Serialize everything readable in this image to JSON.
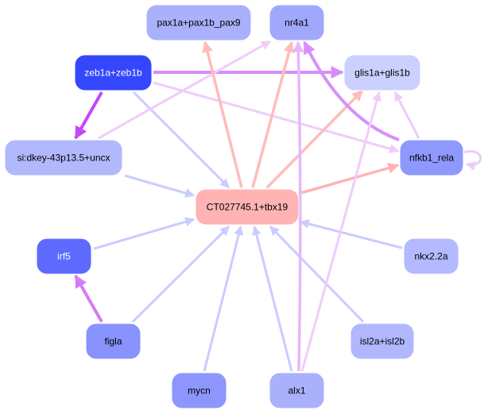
{
  "graph": {
    "title": "Gene regulatory network",
    "nodes": [
      {
        "id": "pax1a+pax1b_pax9",
        "label": "pax1a+pax1b_pax9",
        "fill": "#a9b1fb",
        "text_color": "#000000"
      },
      {
        "id": "nr4a1",
        "label": "nr4a1",
        "fill": "#a0a8fd",
        "text_color": "#000000"
      },
      {
        "id": "zeb1a+zeb1b",
        "label": "zeb1a+zeb1b",
        "fill": "#3547fd",
        "text_color": "#ffffff"
      },
      {
        "id": "glis1a+glis1b",
        "label": "glis1a+glis1b",
        "fill": "#cbd0fe",
        "text_color": "#000000"
      },
      {
        "id": "si:dkey-43p13.5+uncx",
        "label": "si:dkey-43p13.5+uncx",
        "fill": "#b1b8fc",
        "text_color": "#000000"
      },
      {
        "id": "nfkb1_rela",
        "label": "nfkb1_rela",
        "fill": "#8e98fd",
        "text_color": "#000000"
      },
      {
        "id": "CT027745.1+tbx19",
        "label": "CT027745.1+tbx19",
        "fill": "#ffb3b3",
        "text_color": "#000000"
      },
      {
        "id": "irf5",
        "label": "irf5",
        "fill": "#5c6bfd",
        "text_color": "#ffffff"
      },
      {
        "id": "nkx2.2a",
        "label": "nkx2.2a",
        "fill": "#b3baff",
        "text_color": "#000000"
      },
      {
        "id": "figla",
        "label": "figla",
        "fill": "#8893fd",
        "text_color": "#000000"
      },
      {
        "id": "isl2a+isl2b",
        "label": "isl2a+isl2b",
        "fill": "#b0b7fd",
        "text_color": "#000000"
      },
      {
        "id": "mycn",
        "label": "mycn",
        "fill": "#8c96fd",
        "text_color": "#000000"
      },
      {
        "id": "alx1",
        "label": "alx1",
        "fill": "#a9b1fd",
        "text_color": "#000000"
      }
    ],
    "edges": [
      {
        "from": "zeb1a+zeb1b",
        "to": "glis1a+glis1b",
        "color": "#d88cfb",
        "weight": "strong"
      },
      {
        "from": "zeb1a+zeb1b",
        "to": "si:dkey-43p13.5+uncx",
        "color": "#c447f5",
        "weight": "strong"
      },
      {
        "from": "zeb1a+zeb1b",
        "to": "nfkb1_rela",
        "color": "#f0ccfb",
        "weight": "weak"
      },
      {
        "from": "zeb1a+zeb1b",
        "to": "CT027745.1+tbx19",
        "color": "#c9cdfd",
        "weight": "weak"
      },
      {
        "from": "si:dkey-43p13.5+uncx",
        "to": "nr4a1",
        "color": "#f0ccfb",
        "weight": "weak"
      },
      {
        "from": "si:dkey-43p13.5+uncx",
        "to": "CT027745.1+tbx19",
        "color": "#c9cdfd",
        "weight": "weak"
      },
      {
        "from": "CT027745.1+tbx19",
        "to": "pax1a+pax1b_pax9",
        "color": "#ffbcbc",
        "weight": "medium"
      },
      {
        "from": "CT027745.1+tbx19",
        "to": "nr4a1",
        "color": "#ffbcbc",
        "weight": "medium"
      },
      {
        "from": "CT027745.1+tbx19",
        "to": "glis1a+glis1b",
        "color": "#ffbcbc",
        "weight": "medium"
      },
      {
        "from": "CT027745.1+tbx19",
        "to": "nfkb1_rela",
        "color": "#ffb3b3",
        "weight": "medium"
      },
      {
        "from": "nfkb1_rela",
        "to": "nr4a1",
        "color": "#d690fb",
        "weight": "strong"
      },
      {
        "from": "nfkb1_rela",
        "to": "glis1a+glis1b",
        "color": "#ecccfb",
        "weight": "weak"
      },
      {
        "from": "nfkb1_rela",
        "to": "nfkb1_rela",
        "color": "#ecccfb",
        "weight": "weak"
      },
      {
        "from": "irf5",
        "to": "CT027745.1+tbx19",
        "color": "#c9cdfd",
        "weight": "weak"
      },
      {
        "from": "nkx2.2a",
        "to": "CT027745.1+tbx19",
        "color": "#c9cdfd",
        "weight": "weak"
      },
      {
        "from": "figla",
        "to": "irf5",
        "color": "#d47cf8",
        "weight": "strong"
      },
      {
        "from": "figla",
        "to": "CT027745.1+tbx19",
        "color": "#c9cdfd",
        "weight": "weak"
      },
      {
        "from": "isl2a+isl2b",
        "to": "CT027745.1+tbx19",
        "color": "#c9cdfd",
        "weight": "weak"
      },
      {
        "from": "mycn",
        "to": "CT027745.1+tbx19",
        "color": "#c9cdfd",
        "weight": "weak"
      },
      {
        "from": "alx1",
        "to": "CT027745.1+tbx19",
        "color": "#c9cdfd",
        "weight": "weak"
      },
      {
        "from": "alx1",
        "to": "nr4a1",
        "color": "#e6b8fb",
        "weight": "medium"
      },
      {
        "from": "alx1",
        "to": "glis1a+glis1b",
        "color": "#f0ccfb",
        "weight": "weak"
      }
    ]
  }
}
